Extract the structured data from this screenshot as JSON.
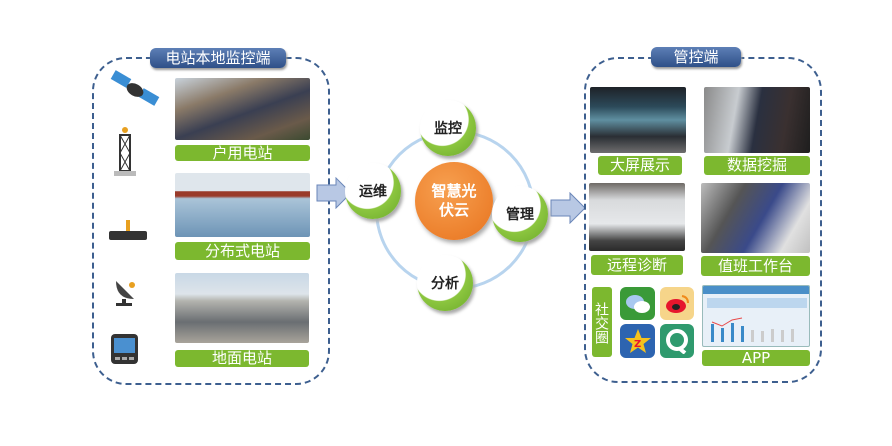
{
  "local": {
    "title": "电站本地监控端",
    "items": [
      {
        "label": "户用电站"
      },
      {
        "label": "分布式电站"
      },
      {
        "label": "地面电站"
      }
    ]
  },
  "cycle": {
    "center": "智慧光伏云",
    "nodes": [
      "监控",
      "运维",
      "管理",
      "分析"
    ]
  },
  "remote": {
    "title": "管控端",
    "items": [
      {
        "label": "大屏展示"
      },
      {
        "label": "数据挖掘"
      },
      {
        "label": "远程诊断"
      },
      {
        "label": "值班工作台"
      }
    ],
    "social": "社交圈",
    "app": "APP"
  },
  "colors": {
    "green": "#7cb82f",
    "blue": "#3d5f8f",
    "orange": "#ef7d22"
  }
}
